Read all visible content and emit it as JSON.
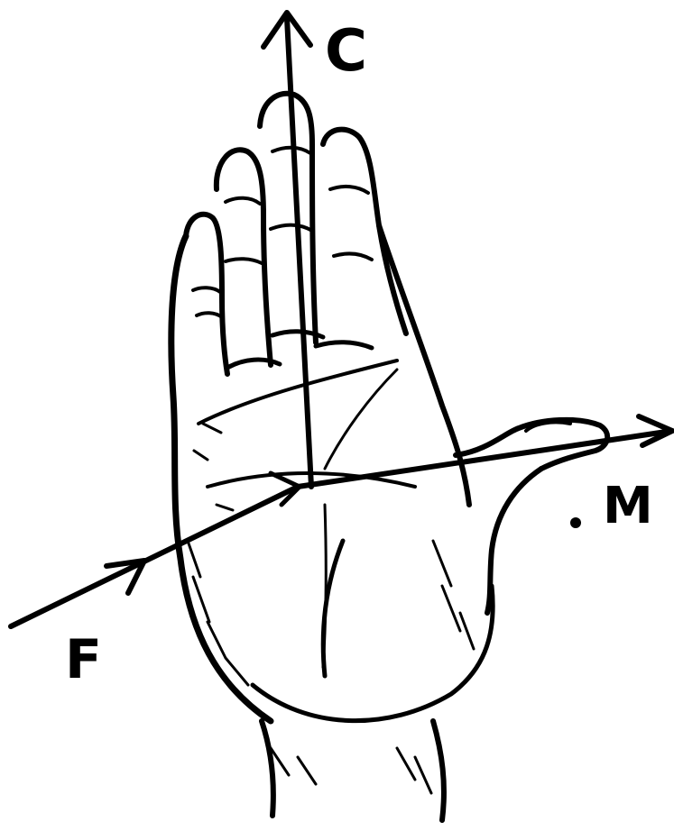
{
  "colors": {
    "ink": "#000000",
    "paper": "#ffffff"
  },
  "labels": {
    "current": "C",
    "force": "F",
    "field": "M"
  }
}
